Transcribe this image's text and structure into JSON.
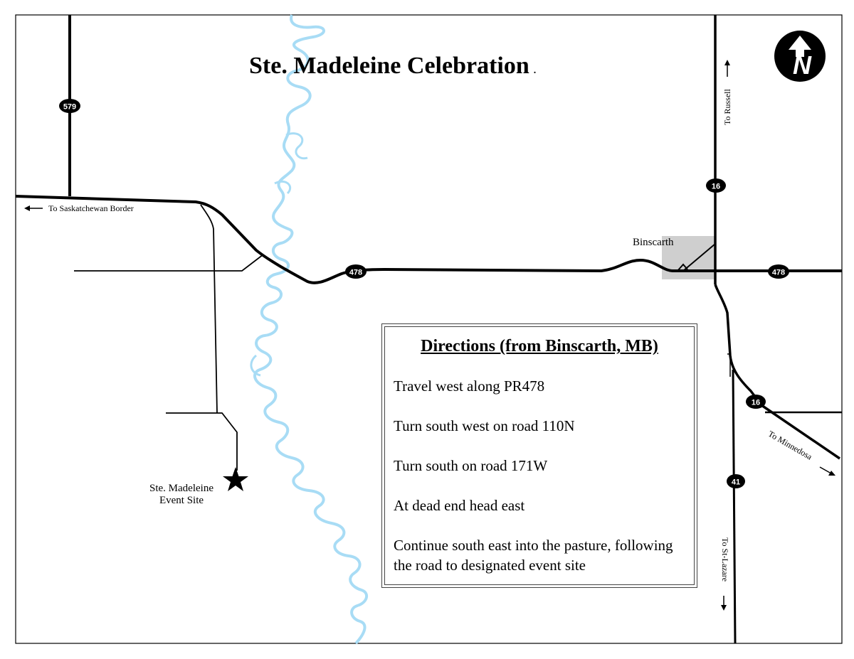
{
  "title": "Ste. Madeleine Celebration",
  "title_dot": ".",
  "colors": {
    "river": "#a8dcf5",
    "road": "#000000",
    "town_highlight": "#cfcfcf"
  },
  "compass": {
    "icon": "north-arrow-icon",
    "letter": "N"
  },
  "highway_shields": {
    "hwy_579": "579",
    "hwy_478_west": "478",
    "hwy_478_east": "478",
    "hwy_16_north": "16",
    "hwy_16_south": "16",
    "hwy_41": "41"
  },
  "labels": {
    "to_sask_border": "To Saskatchewan Border",
    "to_russell": "To Russell",
    "to_minnedosa": "To Minnedosa",
    "to_st_lazare": "To St-Lazare",
    "binscarth": "Binscarth",
    "event_site_line1": "Ste. Madeleine",
    "event_site_line2": "Event Site"
  },
  "directions": {
    "heading": "Directions (from Binscarth, MB)",
    "steps": [
      "Travel west along PR478",
      "Turn south west on road 110N",
      "Turn south on road 171W",
      "At dead end head east",
      "Continue south east into the pasture, following the road to designated event site"
    ]
  }
}
